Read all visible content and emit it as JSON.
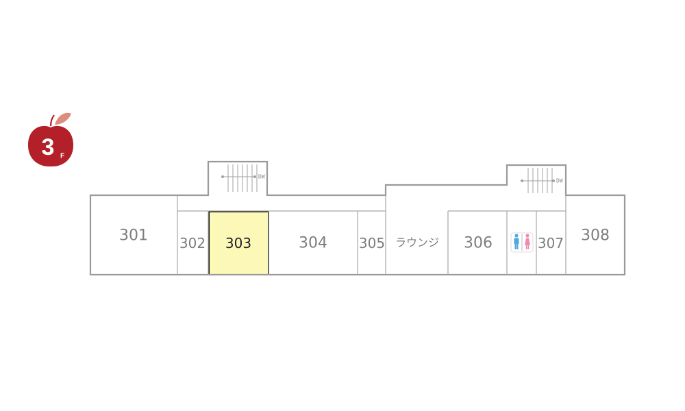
{
  "floor_badge": {
    "number": "3",
    "suffix": "F",
    "color": "#b3202a",
    "leaf_color": "#dc8d7b"
  },
  "rooms": {
    "r301": "301",
    "r302": "302",
    "r303": "303",
    "r304": "304",
    "r305": "305",
    "lounge": "ラウンジ",
    "r306": "306",
    "r307": "307",
    "r308": "308"
  },
  "selected_room": {
    "label": "303",
    "highlight_color": "#fbf8b8"
  },
  "stairs": {
    "left_label": "DW",
    "right_label": "DW"
  },
  "restroom": {
    "icon": "restroom-icon",
    "male_color": "#4fa9df",
    "female_color": "#ef8bb3"
  }
}
